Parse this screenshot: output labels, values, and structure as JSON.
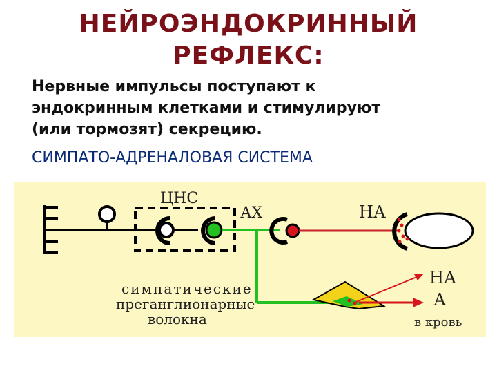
{
  "title": {
    "line1": "НЕЙРОЭНДОКРИННЫЙ",
    "line2": "РЕФЛЕКС:"
  },
  "description": {
    "line1": "Нервные импульсы поступают к",
    "line2": "эндокринным клетками и стимулируют",
    "line3": "(или тормозят) секрецию."
  },
  "system_title": "СИМПАТО-АДРЕНАЛОВАЯ СИСТЕМА",
  "diagram": {
    "cns_label": "ЦНС",
    "ach_label": "АХ",
    "na_label_top": "НА",
    "fibers_line1": "симпатические",
    "fibers_line2": "преганглионарные",
    "fibers_line3": "волокна",
    "na_label_right": "НА",
    "a_label": "А",
    "blood_label": "в кровь",
    "colors": {
      "red_fiber": "#c8202a",
      "green_fiber": "#22c020",
      "gland_yellow": "#f2d21a",
      "panel_bg": "#fdf7c4"
    }
  }
}
